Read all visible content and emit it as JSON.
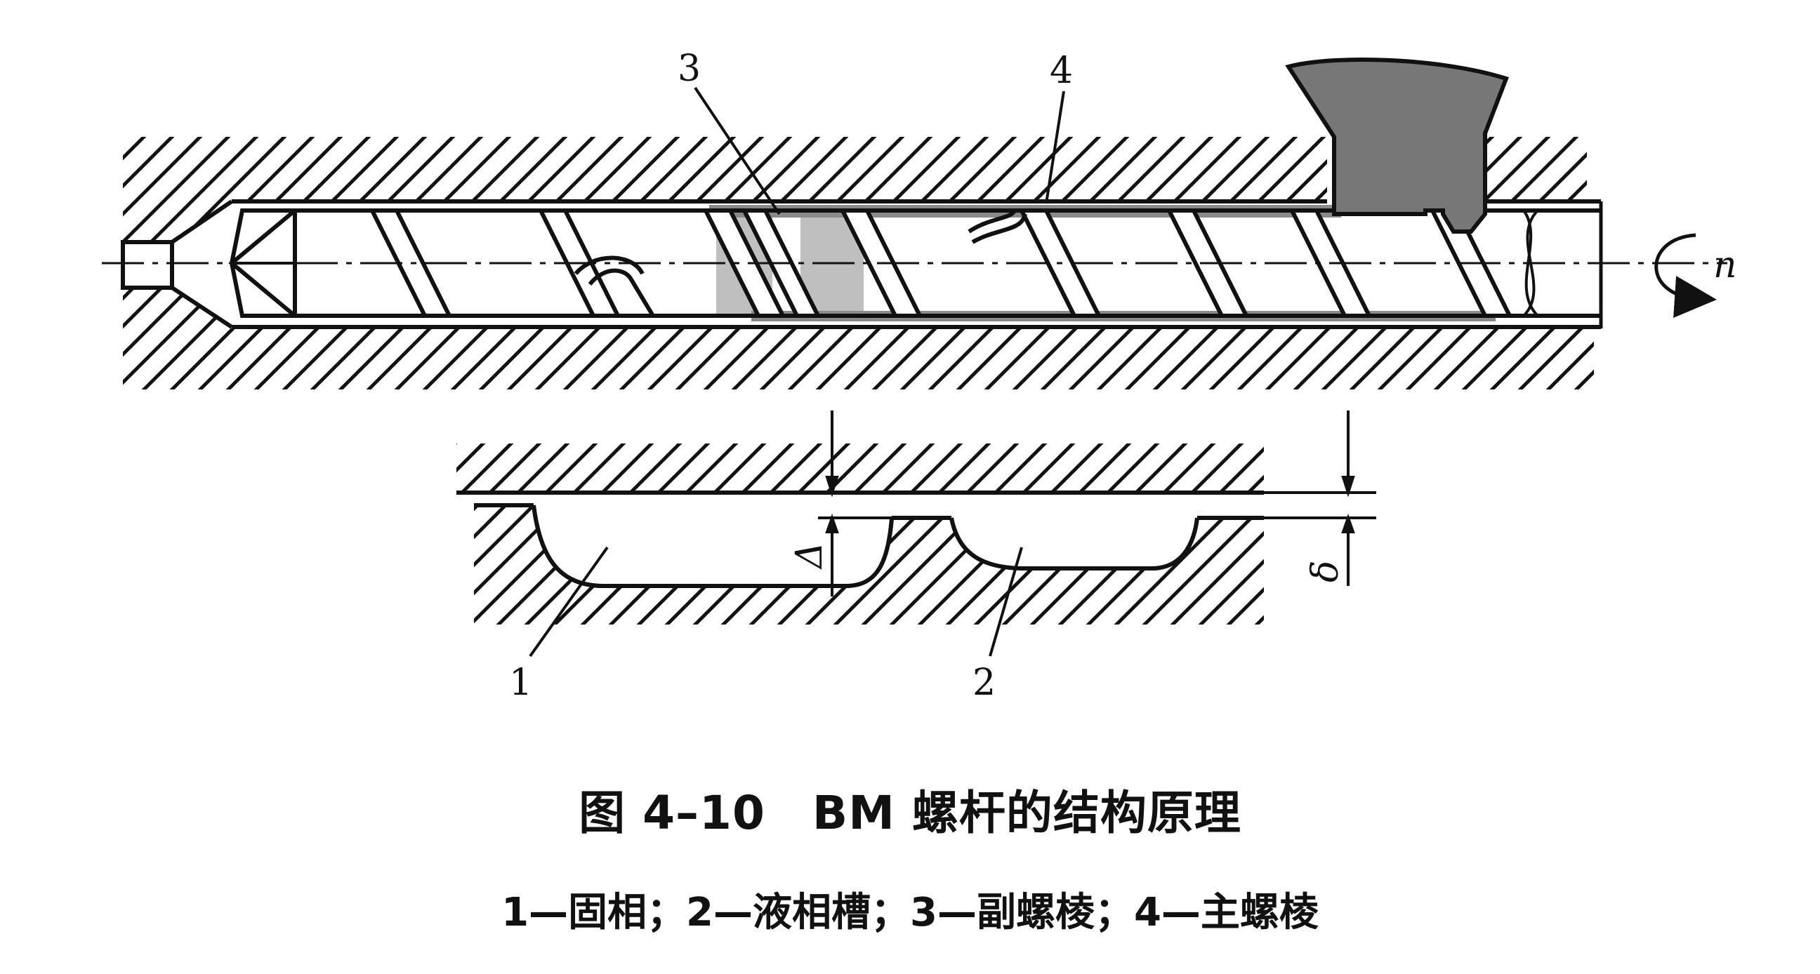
{
  "figure": {
    "title": "图 4–10　BM 螺杆的结构原理",
    "legend": "1—固相；2—液相槽；3—副螺棱；4—主螺棱"
  },
  "labels": {
    "l1": "1",
    "l2": "2",
    "l3": "3",
    "l4": "4",
    "n": "n",
    "delta_big": "Δ",
    "delta_small": "δ"
  },
  "colors": {
    "line": "#111111",
    "melt": "#8a8a8a",
    "hopper": "#777777",
    "background": "#ffffff"
  }
}
